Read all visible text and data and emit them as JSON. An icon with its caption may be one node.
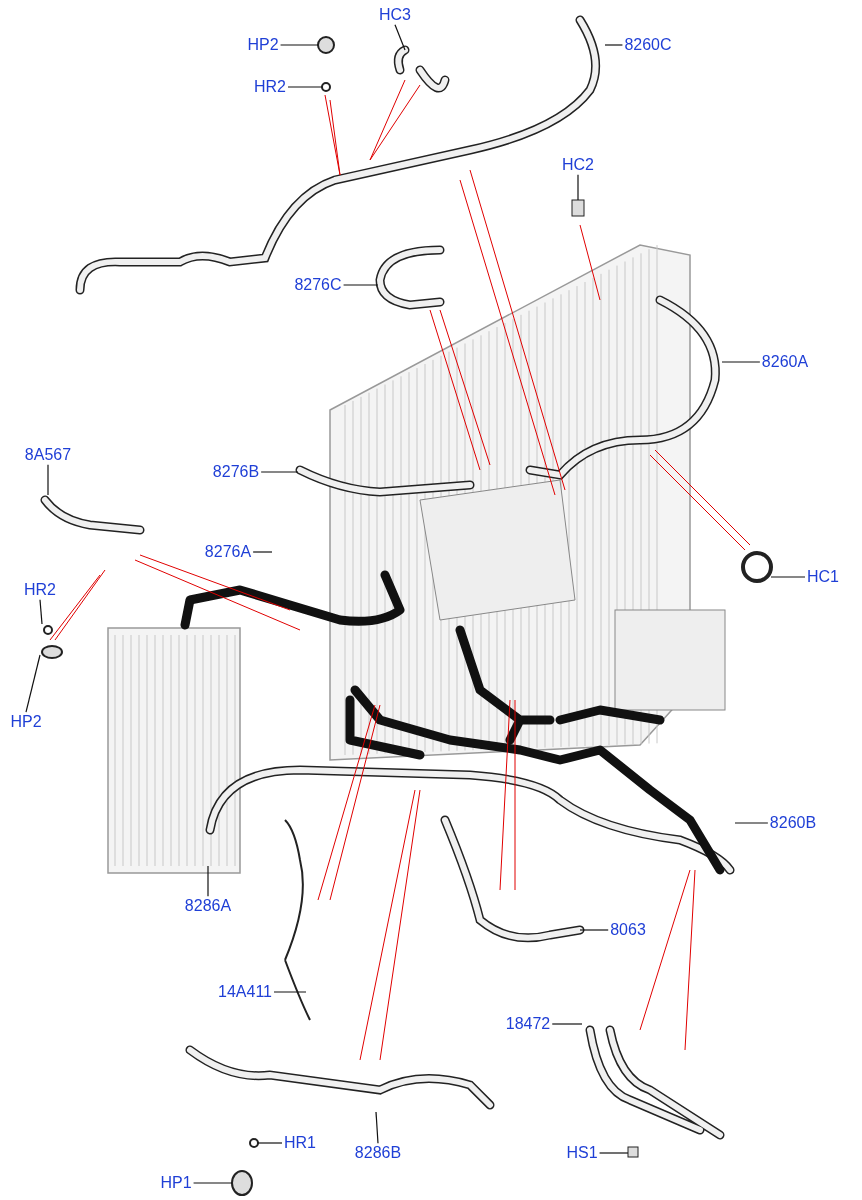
{
  "diagram": {
    "nodes": [
      {
        "text": [
          "HP2"
        ]
      },
      {
        "text": [
          "HC3"
        ]
      },
      {
        "text": [
          "HR2"
        ]
      },
      {
        "text": [
          "8260C"
        ]
      },
      {
        "text": [
          "HC2"
        ]
      },
      {
        "text": [
          "8276C"
        ]
      },
      {
        "text": [
          "8260A"
        ]
      },
      {
        "text": [
          "8A567"
        ]
      },
      {
        "text": [
          "8276B"
        ]
      },
      {
        "text": [
          "8276A"
        ]
      },
      {
        "text": [
          "HR2"
        ]
      },
      {
        "text": [
          "HC1"
        ]
      },
      {
        "text": [
          "HP2"
        ]
      },
      {
        "text": [
          "8260B"
        ]
      },
      {
        "text": [
          "8286A"
        ]
      },
      {
        "text": [
          "8063"
        ]
      },
      {
        "text": [
          "14A411"
        ]
      },
      {
        "text": [
          "18472"
        ]
      },
      {
        "text": [
          "HR1"
        ]
      },
      {
        "text": [
          "HS1"
        ]
      },
      {
        "text": [
          "HP1"
        ]
      },
      {
        "text": [
          "8286B"
        ]
      }
    ],
    "edges": [
      {
        "from": 0,
        "to": null,
        "arrow": "none"
      },
      {
        "from": 1,
        "to": null,
        "arrow": "none"
      },
      {
        "from": 2,
        "to": null,
        "arrow": "none"
      },
      {
        "from": 3,
        "to": null,
        "arrow": "none"
      },
      {
        "from": 4,
        "to": null,
        "arrow": "none"
      },
      {
        "from": 5,
        "to": null,
        "arrow": "none"
      },
      {
        "from": 6,
        "to": null,
        "arrow": "none"
      },
      {
        "from": 7,
        "to": null,
        "arrow": "none"
      },
      {
        "from": 8,
        "to": null,
        "arrow": "none"
      },
      {
        "from": 9,
        "to": null,
        "arrow": "none"
      },
      {
        "from": 10,
        "to": null,
        "arrow": "none"
      },
      {
        "from": 11,
        "to": null,
        "arrow": "none"
      },
      {
        "from": 12,
        "to": null,
        "arrow": "none"
      },
      {
        "from": 13,
        "to": null,
        "arrow": "none"
      },
      {
        "from": 14,
        "to": null,
        "arrow": "none"
      },
      {
        "from": 15,
        "to": null,
        "arrow": "none"
      },
      {
        "from": 16,
        "to": null,
        "arrow": "none"
      },
      {
        "from": 17,
        "to": null,
        "arrow": "none"
      },
      {
        "from": 18,
        "to": null,
        "arrow": "none"
      },
      {
        "from": 19,
        "to": null,
        "arrow": "none"
      },
      {
        "from": 20,
        "to": null,
        "arrow": "none"
      },
      {
        "from": 21,
        "to": null,
        "arrow": "none"
      }
    ]
  }
}
